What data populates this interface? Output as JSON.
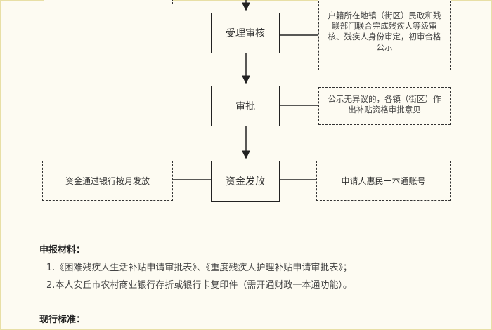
{
  "flow": {
    "step_review": "受理审核",
    "step_approve": "审批",
    "step_fund": "资金发放",
    "note_review": "户籍所在地镇（街区）民政和残联部门联合完成残疾人等级审核、残疾人身份审定，初审合格公示",
    "note_approve": "公示无异议的，各镇（街区）作出补贴资格审批意见",
    "note_bank": "资金通过银行按月发放",
    "note_account": "申请人惠民一本通账号"
  },
  "materials": {
    "title": "申报材料：",
    "item1": "1.《困难残疾人生活补贴申请审批表》、《重度残疾人护理补贴申请审批表》；",
    "item2": "2.本人安丘市农村商业银行存折或银行卡复印件（需开通财政一本通功能）。"
  },
  "standard": {
    "title": "现行标准："
  }
}
